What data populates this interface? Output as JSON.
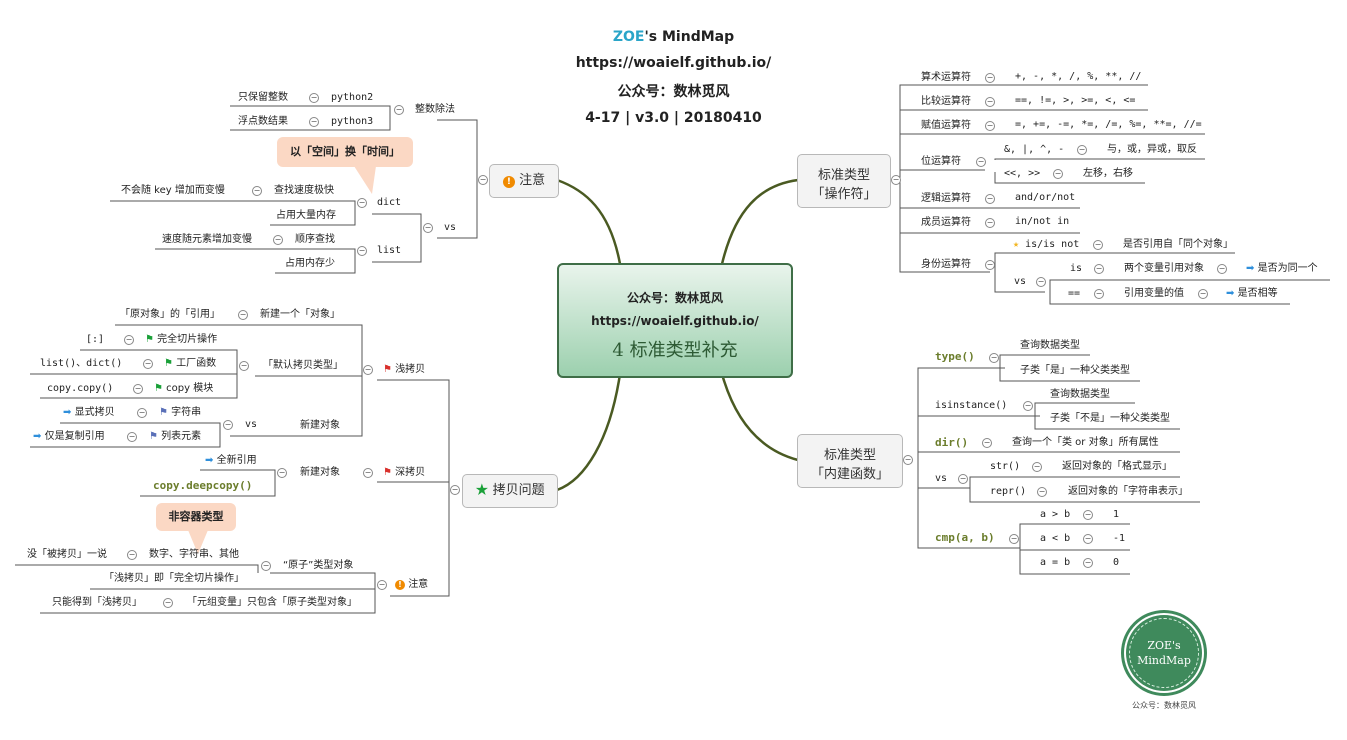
{
  "header": {
    "brand_a": "ZOE",
    "brand_b": "'s MindMap",
    "url": "https://woaielf.github.io/",
    "wechat": "公众号：数林觅风",
    "version": "4-17 | v3.0 | 20180410"
  },
  "center": {
    "line1": "公众号：数林觅风",
    "line2": "https://woaielf.github.io/",
    "title": "4 标准类型补充"
  },
  "nodes": {
    "attention": "注意",
    "copy": "拷贝问题",
    "ops_1": "标准类型",
    "ops_2": "「操作符」",
    "builtin_1": "标准类型",
    "builtin_2": "「内建函数」"
  },
  "attention": {
    "int_div": "整数除法",
    "keep_int": "只保留整数",
    "python2": "python2",
    "float_result": "浮点数结果",
    "python3": "python3",
    "callout": "以「空间」换「时间」",
    "vs": "vs",
    "dict": "dict",
    "dict_a": "不会随 key 增加而变慢",
    "dict_b": "查找速度极快",
    "dict_c": "占用大量内存",
    "list": "list",
    "list_a": "速度随元素增加变慢",
    "list_b": "顺序查找",
    "list_c": "占用内存少"
  },
  "copy": {
    "shallow": "浅拷贝",
    "s1a": "「原对象」的「引用」",
    "s1b": "新建一个「对象」",
    "s2": "「默认拷贝类型」",
    "s2a": "[:]",
    "s2a2": "完全切片操作",
    "s2b": "list()、dict()",
    "s2b2": "工厂函数",
    "s2c": "copy.copy()",
    "s2c2": "copy 模块",
    "s3": "新建对象",
    "s3vs": "vs",
    "s3a": "显式拷贝",
    "s3a2": "字符串",
    "s3b": "仅是复制引用",
    "s3b2": "列表元素",
    "deep": "深拷贝",
    "d1": "新建对象",
    "d1a": "全新引用",
    "d1b": "copy.deepcopy()",
    "callout": "非容器类型",
    "note": "注意",
    "n1": "“原子”类型对象",
    "n1a": "没「被拷贝」一说",
    "n1b": "数字、字符串、其他",
    "n2": "「浅拷贝」即「完全切片操作」",
    "n3a": "只能得到「浅拷贝」",
    "n3b": "「元组变量」只包含「原子类型对象」"
  },
  "ops": {
    "arith": "算术运算符",
    "arith_v": "+, -, *, /, %, **, //",
    "cmp": "比较运算符",
    "cmp_v": "==, !=, >, >=, <, <=",
    "assign": "赋值运算符",
    "assign_v": "=, +=, -=, *=, /=, %=, **=, //=",
    "bit": "位运算符",
    "bit_a": "&, |, ^, -",
    "bit_a2": "与，或，异或，取反",
    "bit_b": "<<, >>",
    "bit_b2": "左移，右移",
    "logic": "逻辑运算符",
    "logic_v": "and/or/not",
    "member": "成员运算符",
    "member_v": "in/not in",
    "ident": "身份运算符",
    "isnot": "is/is not",
    "isnot_v": "是否引用自「同个对象」",
    "vs": "vs",
    "is": "is",
    "is_v": "两个变量引用对象",
    "is_v2": "是否为同一个",
    "eq": "==",
    "eq_v": "引用变量的值",
    "eq_v2": "是否相等"
  },
  "builtin": {
    "type": "type()",
    "type_a": "查询数据类型",
    "type_b": "子类「是」一种父类类型",
    "isinst": "isinstance()",
    "isinst_a": "查询数据类型",
    "isinst_b": "子类「不是」一种父类类型",
    "dir": "dir()",
    "dir_v": "查询一个「类 or 对象」所有属性",
    "vs": "vs",
    "str": "str()",
    "str_v": "返回对象的「格式显示」",
    "repr": "repr()",
    "repr_v": "返回对象的「字符串表示」",
    "cmp": "cmp(a, b)",
    "gt": "a > b",
    "gt_v": "1",
    "lt": "a < b",
    "lt_v": "-1",
    "eqq": "a = b",
    "eqq_v": "0"
  },
  "stamp": {
    "l1": "ZOE's",
    "l2": "MindMap",
    "caption": "公众号：数林觅风"
  },
  "colors": {
    "branch": "#4a5a22",
    "line": "#555555",
    "accent": "#3f6e47",
    "callout": "#fbd8c4",
    "flag_red": "#d9302c",
    "flag_green": "#1aa038",
    "flag_blue": "#5a70b8",
    "arrow": "#2f8fdb",
    "star": "#f2b623",
    "warn": "#f08a00"
  },
  "icons": [
    "warning-icon",
    "star-icon",
    "red-flag-icon",
    "green-flag-icon",
    "blue-flag-icon",
    "arrow-right-icon",
    "collapse-icon"
  ]
}
